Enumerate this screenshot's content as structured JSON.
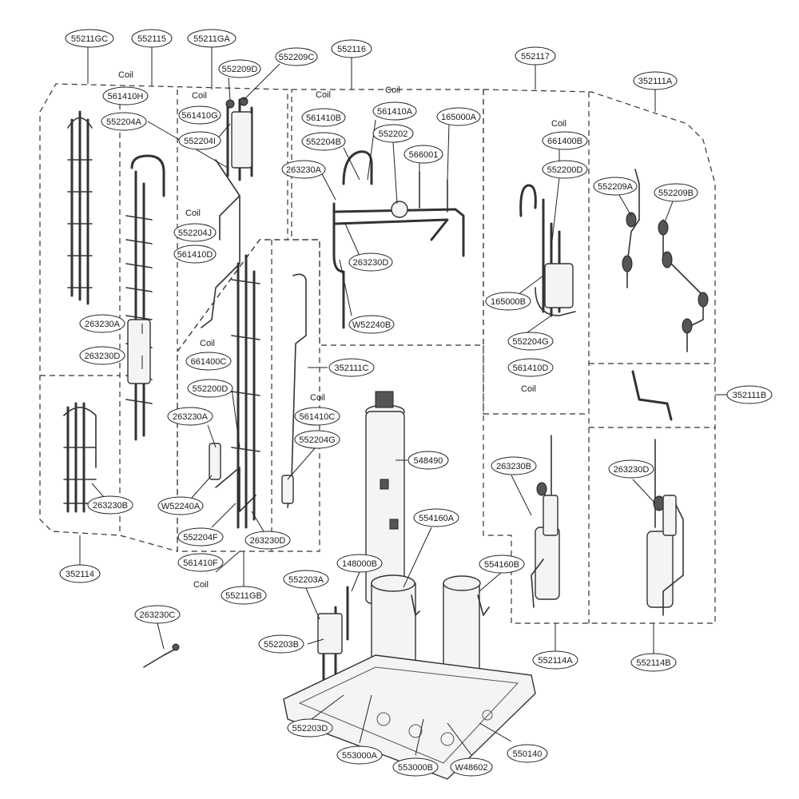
{
  "labels": {
    "p55211GC": "55211GC",
    "p552115": "552115",
    "p55211GA": "55211GA",
    "p552209D": "552209D",
    "p552209C": "552209C",
    "p552116": "552116",
    "p552117": "552117",
    "p352111A": "352111A",
    "p561410H": "561410H",
    "p552204A": "552204A",
    "p561410G": "561410G",
    "p552204I": "552204I",
    "p561410B": "561410B",
    "p561410A": "561410A",
    "p165000A": "165000A",
    "p552202": "552202",
    "p552204B": "552204B",
    "p566001": "566001",
    "p263230A_top": "263230A",
    "p661400B": "661400B",
    "p552200D_r": "552200D",
    "p552209A": "552209A",
    "p552209B": "552209B",
    "p552204J": "552204J",
    "p561410D_l": "561410D",
    "p263230D_c": "263230D",
    "p165000B": "165000B",
    "pW52240B": "W52240B",
    "p263230A_l": "263230A",
    "p263230D_l": "263230D",
    "p552204G_r": "552204G",
    "p561410D_r": "561410D",
    "p661400C": "661400C",
    "p352111C": "352111C",
    "p552200D_l": "552200D",
    "p352111B": "352111B",
    "p561410C": "561410C",
    "p263230A_m": "263230A",
    "p552204G_m": "552204G",
    "p548490": "548490",
    "p263230B_r": "263230B",
    "p263230D_r": "263230D",
    "p263230B_l": "263230B",
    "pW52240A": "W52240A",
    "p554160A": "554160A",
    "p552204F": "552204F",
    "p263230D_m": "263230D",
    "p352114": "352114",
    "p561410F": "561410F",
    "p148000B": "148000B",
    "p554160B": "554160B",
    "p55211GB": "55211GB",
    "p552203A": "552203A",
    "p263230C": "263230C",
    "p552203B": "552203B",
    "p552114A": "552114A",
    "p552114B": "552114B",
    "p552203D": "552203D",
    "p553000A": "553000A",
    "p553000B": "553000B",
    "pW48602": "W48602",
    "p550140": "550140"
  },
  "coil_text": "Coil"
}
